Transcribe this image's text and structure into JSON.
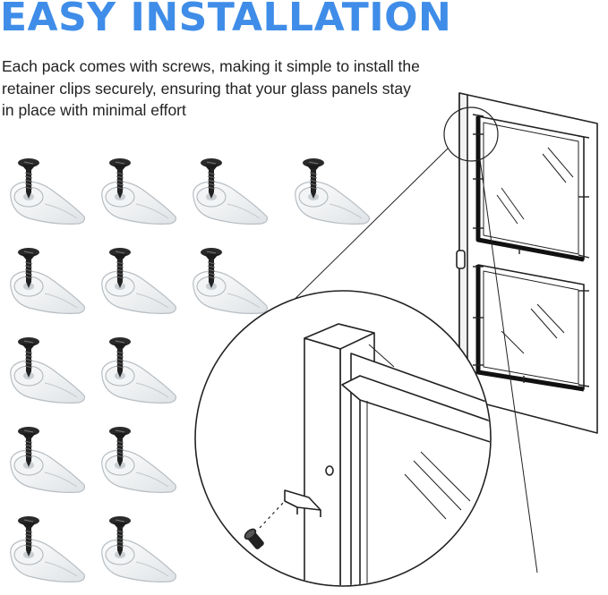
{
  "headline": "EASY INSTALLATION",
  "description": "Each pack comes with screws, making it simple to install the retainer clips securely, ensuring that your glass panels stay in place with minimal effort",
  "colors": {
    "headline": "#3f8de8",
    "text": "#222222"
  },
  "clips": [
    {
      "name": "clip"
    },
    {
      "name": "clip"
    },
    {
      "name": "clip"
    },
    {
      "name": "clip"
    },
    {
      "name": "clip"
    },
    {
      "name": "clip"
    },
    {
      "name": "clip"
    },
    {
      "name": "clip"
    },
    {
      "name": "clip"
    },
    {
      "name": "clip"
    },
    {
      "name": "clip"
    },
    {
      "name": "clip"
    },
    {
      "name": "clip"
    }
  ]
}
